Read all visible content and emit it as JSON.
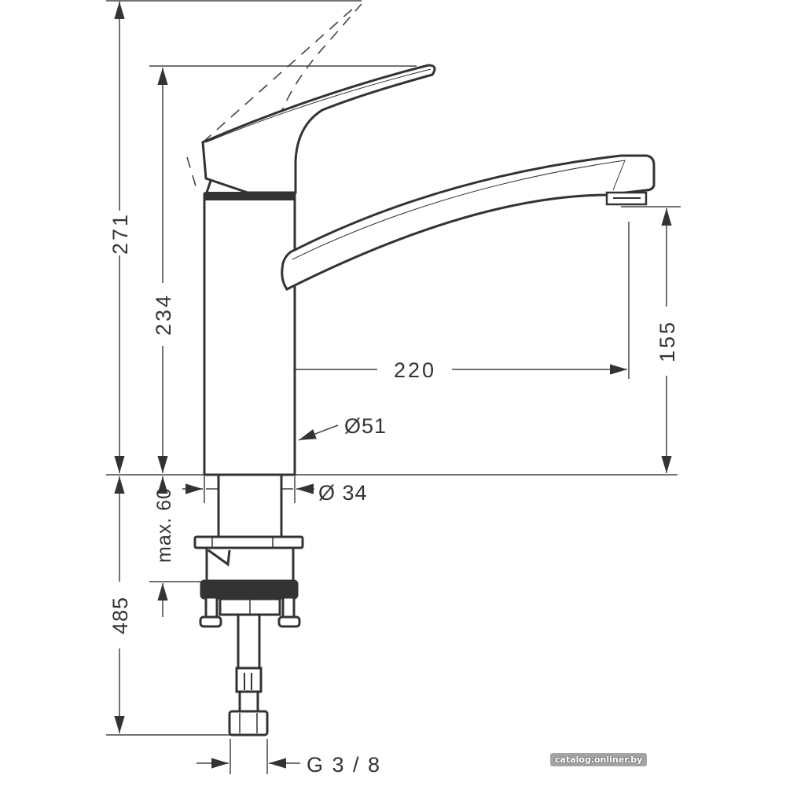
{
  "dimensions": {
    "total_height": "271",
    "handle_height": "234",
    "spout_height": "155",
    "spout_reach": "220",
    "body_diameter": "Ø51",
    "shank_diameter": "Ø 34",
    "max_deck_thickness": "max. 60",
    "hose_length": "485",
    "connection_thread": "G 3 / 8"
  },
  "watermark": "catalog.onliner.by",
  "colors": {
    "line": "#333333",
    "background": "#ffffff"
  }
}
